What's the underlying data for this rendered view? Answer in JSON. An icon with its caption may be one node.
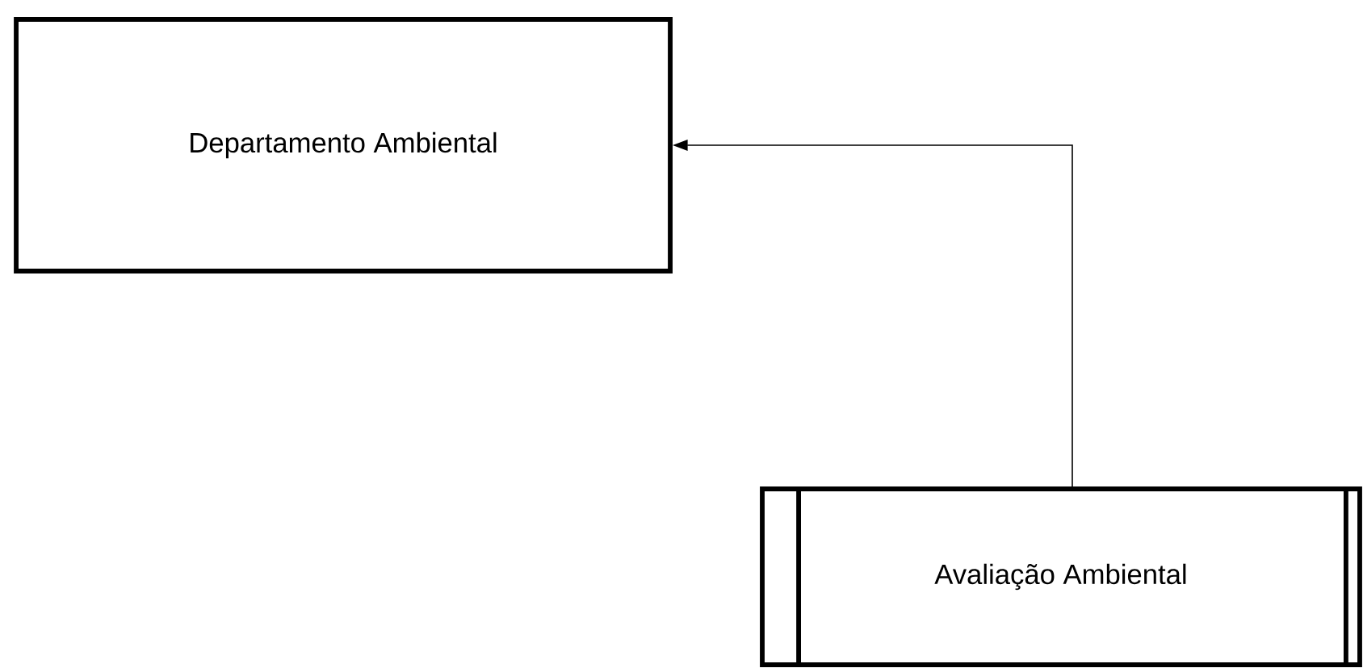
{
  "diagram": {
    "nodes": [
      {
        "text": [
          "Departamento Ambiental"
        ]
      },
      {
        "text": [
          "Avaliação Ambiental"
        ]
      }
    ],
    "edges": [
      {
        "from": 1,
        "to": 0,
        "arrow": "to"
      }
    ]
  }
}
